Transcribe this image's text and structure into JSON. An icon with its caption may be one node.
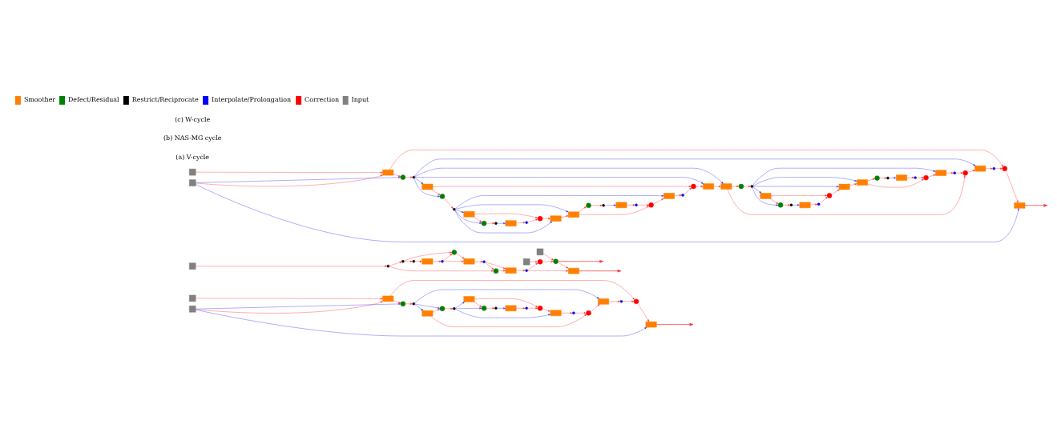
{
  "diagram": {
    "nodes": [
      {
        "text": [],
        "shape": "box"
      },
      {
        "text": [],
        "shape": "box"
      },
      {
        "text": [],
        "shape": "box"
      },
      {
        "text": [],
        "shape": "circle"
      },
      {
        "text": [],
        "shape": "circle"
      },
      {
        "text": [],
        "shape": "box"
      },
      {
        "text": [],
        "shape": "circle"
      },
      {
        "text": [],
        "shape": "circle"
      },
      {
        "text": [],
        "shape": "box"
      },
      {
        "text": [],
        "shape": "circle"
      },
      {
        "text": [],
        "shape": "circle"
      },
      {
        "text": [],
        "shape": "box"
      },
      {
        "text": [],
        "shape": "circle"
      },
      {
        "text": [],
        "shape": "circle"
      },
      {
        "text": [],
        "shape": "box"
      },
      {
        "text": [],
        "shape": "circle"
      },
      {
        "text": [],
        "shape": "circle"
      },
      {
        "text": [],
        "shape": "box"
      },
      {
        "text": [],
        "shape": "circle"
      },
      {
        "text": [],
        "shape": "circle"
      },
      {
        "text": [],
        "shape": "box"
      },
      {
        "text": [],
        "shape": "box"
      },
      {
        "text": [],
        "shape": "box"
      },
      {
        "text": [],
        "shape": "box"
      },
      {
        "text": [],
        "shape": "circle"
      },
      {
        "text": [],
        "shape": "circle"
      },
      {
        "text": [],
        "shape": "circle"
      },
      {
        "text": [],
        "shape": "box"
      },
      {
        "text": [],
        "shape": "circle"
      },
      {
        "text": [],
        "shape": "circle"
      },
      {
        "text": [],
        "shape": "box"
      },
      {
        "text": [],
        "shape": "circle"
      },
      {
        "text": [],
        "shape": "circle"
      },
      {
        "text": [],
        "shape": "box"
      },
      {
        "text": [],
        "shape": "circle"
      },
      {
        "text": [],
        "shape": "circle"
      },
      {
        "text": [],
        "shape": "circle"
      },
      {
        "text": [],
        "shape": "box"
      },
      {
        "text": [],
        "shape": "box"
      },
      {
        "text": [],
        "shape": "box"
      },
      {
        "text": [],
        "shape": "box"
      },
      {
        "text": [],
        "shape": "circle"
      },
      {
        "text": [],
        "shape": "circle"
      },
      {
        "text": [],
        "shape": "box"
      },
      {
        "text": [],
        "shape": "circle"
      },
      {
        "text": [],
        "shape": "circle"
      },
      {
        "text": [],
        "shape": "box"
      },
      {
        "text": [],
        "shape": "circle"
      },
      {
        "text": [],
        "shape": "circle"
      },
      {
        "text": [],
        "shape": "box"
      },
      {
        "text": [],
        "shape": "circle"
      },
      {
        "text": [],
        "shape": "circle"
      },
      {
        "text": [],
        "shape": "box"
      },
      {
        "text": [],
        "shape": "box"
      },
      {
        "text": [],
        "shape": "circle"
      },
      {
        "text": [],
        "shape": "circle"
      },
      {
        "text": [],
        "shape": "box"
      },
      {
        "text": [],
        "shape": "circle"
      },
      {
        "text": [],
        "shape": "circle"
      },
      {
        "text": [],
        "shape": "box"
      },
      {
        "text": [],
        "shape": "circle"
      },
      {
        "text": [],
        "shape": "circle"
      },
      {
        "text": [],
        "shape": "box"
      },
      {
        "text": [],
        "shape": "box"
      },
      {
        "text": [],
        "shape": "circle"
      },
      {
        "text": [],
        "shape": "circle"
      },
      {
        "text": [],
        "shape": "box"
      },
      {
        "text": [],
        "shape": "circle"
      },
      {
        "text": [],
        "shape": "circle"
      },
      {
        "text": [],
        "shape": "box"
      },
      {
        "text": [],
        "shape": "circle"
      },
      {
        "text": [],
        "shape": "circle"
      },
      {
        "text": [],
        "shape": "box"
      },
      {
        "text": [],
        "shape": "box"
      },
      {
        "text": [],
        "shape": "circle"
      },
      {
        "text": [],
        "shape": "circle"
      },
      {
        "text": [],
        "shape": "box"
      },
      {
        "text": [],
        "shape": "circle"
      },
      {
        "text": [],
        "shape": "circle"
      },
      {
        "text": [],
        "shape": "box"
      },
      {
        "text": [],
        "shape": "circle"
      },
      {
        "text": [],
        "shape": "circle"
      },
      {
        "text": [],
        "shape": "box"
      },
      {
        "text": [],
        "shape": "circle"
      },
      {
        "text": [],
        "shape": "circle"
      },
      {
        "text": [],
        "shape": "box"
      }
    ],
    "edges": [
      {
        "from": 0,
        "to": 2,
        "arrow": "to"
      },
      {
        "from": 1,
        "to": 2,
        "arrow": "to"
      },
      {
        "from": 2,
        "to": 3,
        "arrow": "to"
      },
      {
        "from": 1,
        "to": 3,
        "arrow": "to",
        "color": "#3333ff"
      },
      {
        "from": 3,
        "to": 4,
        "arrow": "to"
      },
      {
        "from": 4,
        "to": 5,
        "arrow": "to",
        "color": "#3333ff"
      },
      {
        "from": 5,
        "to": 6,
        "arrow": "to"
      },
      {
        "from": 4,
        "to": 6,
        "arrow": "to",
        "color": "#3333ff"
      },
      {
        "from": 6,
        "to": 7,
        "arrow": "to"
      },
      {
        "from": 7,
        "to": 8,
        "arrow": "to",
        "color": "#3333ff"
      },
      {
        "from": 8,
        "to": 9,
        "arrow": "to"
      },
      {
        "from": 7,
        "to": 9,
        "arrow": "to",
        "color": "#3333ff"
      },
      {
        "from": 9,
        "to": 10,
        "arrow": "to"
      },
      {
        "from": 10,
        "to": 11,
        "arrow": "to",
        "color": "#3333ff"
      },
      {
        "from": 11,
        "to": 12,
        "arrow": "to"
      },
      {
        "from": 12,
        "to": 13,
        "arrow": "to"
      },
      {
        "from": 8,
        "to": 13,
        "arrow": "to"
      },
      {
        "from": 13,
        "to": 14,
        "arrow": "to"
      },
      {
        "from": 7,
        "to": 14,
        "arrow": "to",
        "color": "#3333ff"
      },
      {
        "from": 14,
        "to": 15,
        "arrow": "to"
      },
      {
        "from": 15,
        "to": 16,
        "arrow": "to"
      },
      {
        "from": 5,
        "to": 16,
        "arrow": "to"
      },
      {
        "from": 16,
        "to": 17,
        "arrow": "to"
      },
      {
        "from": 4,
        "to": 17,
        "arrow": "to",
        "color": "#3333ff"
      },
      {
        "from": 17,
        "to": 18,
        "arrow": "to"
      },
      {
        "from": 18,
        "to": 19,
        "arrow": "to"
      },
      {
        "from": 2,
        "to": 19,
        "arrow": "to"
      },
      {
        "from": 19,
        "to": 20,
        "arrow": "to"
      },
      {
        "from": 1,
        "to": 20,
        "arrow": "to",
        "color": "#3333ff"
      },
      {
        "from": 20,
        "to": null,
        "arrow": "to"
      },
      {
        "from": 23,
        "to": 24,
        "arrow": "to"
      },
      {
        "from": 24,
        "to": 25,
        "arrow": "to"
      },
      {
        "from": 25,
        "to": 26,
        "arrow": "to"
      },
      {
        "from": 26,
        "to": 27,
        "arrow": "to"
      },
      {
        "from": 27,
        "to": 28,
        "arrow": "to"
      },
      {
        "from": 28,
        "to": 29,
        "arrow": "to"
      },
      {
        "from": 25,
        "to": 29,
        "arrow": "to"
      },
      {
        "from": 29,
        "to": 30,
        "arrow": "to"
      },
      {
        "from": 28,
        "to": 30,
        "arrow": "to"
      },
      {
        "from": 30,
        "to": 31,
        "arrow": "to"
      },
      {
        "from": 31,
        "to": 32,
        "arrow": "to"
      },
      {
        "from": 24,
        "to": 32,
        "arrow": "to"
      },
      {
        "from": 32,
        "to": 33,
        "arrow": "to"
      },
      {
        "from": 31,
        "to": 33,
        "arrow": "to"
      },
      {
        "from": 33,
        "to": 34,
        "arrow": "to"
      },
      {
        "from": 34,
        "to": 35,
        "arrow": "to"
      },
      {
        "from": 22,
        "to": 35,
        "arrow": "to"
      },
      {
        "from": 35,
        "to": 36,
        "arrow": "to"
      },
      {
        "from": 21,
        "to": 36,
        "arrow": "to"
      },
      {
        "from": 36,
        "to": 37,
        "arrow": "to"
      },
      {
        "from": 34,
        "to": 37,
        "arrow": "to"
      },
      {
        "from": 36,
        "to": null,
        "arrow": "to"
      },
      {
        "from": 37,
        "to": null,
        "arrow": "to"
      },
      {
        "from": 38,
        "to": 40,
        "arrow": "to"
      },
      {
        "from": 39,
        "to": 40,
        "arrow": "to"
      },
      {
        "from": 40,
        "to": 41,
        "arrow": "to"
      },
      {
        "from": 39,
        "to": 41,
        "arrow": "to",
        "color": "#3333ff"
      },
      {
        "from": 41,
        "to": 42,
        "arrow": "to"
      },
      {
        "from": 42,
        "to": 43,
        "arrow": "to",
        "color": "#3333ff"
      },
      {
        "from": 43,
        "to": 44,
        "arrow": "to"
      },
      {
        "from": 42,
        "to": 44,
        "arrow": "to",
        "color": "#3333ff"
      },
      {
        "from": 44,
        "to": 45,
        "arrow": "to"
      },
      {
        "from": 45,
        "to": 46,
        "arrow": "to",
        "color": "#3333ff"
      },
      {
        "from": 46,
        "to": 47,
        "arrow": "to"
      },
      {
        "from": 45,
        "to": 47,
        "arrow": "to",
        "color": "#3333ff"
      },
      {
        "from": 47,
        "to": 48,
        "arrow": "to"
      },
      {
        "from": 48,
        "to": 49,
        "arrow": "to",
        "color": "#3333ff"
      },
      {
        "from": 49,
        "to": 50,
        "arrow": "to"
      },
      {
        "from": 50,
        "to": 51,
        "arrow": "to"
      },
      {
        "from": 46,
        "to": 51,
        "arrow": "to"
      },
      {
        "from": 51,
        "to": 52,
        "arrow": "to"
      },
      {
        "from": 45,
        "to": 52,
        "arrow": "to",
        "color": "#3333ff"
      },
      {
        "from": 52,
        "to": 53,
        "arrow": "to"
      },
      {
        "from": 45,
        "to": 53,
        "arrow": "to",
        "color": "#3333ff"
      },
      {
        "from": 53,
        "to": 54,
        "arrow": "to"
      },
      {
        "from": 54,
        "to": 55,
        "arrow": "to"
      },
      {
        "from": 55,
        "to": 56,
        "arrow": "to",
        "color": "#3333ff"
      },
      {
        "from": 56,
        "to": 57,
        "arrow": "to"
      },
      {
        "from": 57,
        "to": 58,
        "arrow": "to"
      },
      {
        "from": 53,
        "to": 58,
        "arrow": "to"
      },
      {
        "from": 58,
        "to": 59,
        "arrow": "to"
      },
      {
        "from": 45,
        "to": 59,
        "arrow": "to",
        "color": "#3333ff"
      },
      {
        "from": 59,
        "to": 60,
        "arrow": "to"
      },
      {
        "from": 60,
        "to": 61,
        "arrow": "to"
      },
      {
        "from": 43,
        "to": 61,
        "arrow": "to"
      },
      {
        "from": 61,
        "to": 62,
        "arrow": "to"
      },
      {
        "from": 42,
        "to": 62,
        "arrow": "to",
        "color": "#3333ff"
      },
      {
        "from": 62,
        "to": 63,
        "arrow": "to"
      },
      {
        "from": 42,
        "to": 63,
        "arrow": "to",
        "color": "#3333ff"
      },
      {
        "from": 63,
        "to": 64,
        "arrow": "to"
      },
      {
        "from": 64,
        "to": 65,
        "arrow": "to"
      },
      {
        "from": 65,
        "to": 66,
        "arrow": "to",
        "color": "#3333ff"
      },
      {
        "from": 66,
        "to": 67,
        "arrow": "to"
      },
      {
        "from": 65,
        "to": 67,
        "arrow": "to",
        "color": "#3333ff"
      },
      {
        "from": 67,
        "to": 68,
        "arrow": "to"
      },
      {
        "from": 68,
        "to": 69,
        "arrow": "to",
        "color": "#3333ff"
      },
      {
        "from": 69,
        "to": 70,
        "arrow": "to"
      },
      {
        "from": 70,
        "to": 71,
        "arrow": "to"
      },
      {
        "from": 66,
        "to": 71,
        "arrow": "to"
      },
      {
        "from": 71,
        "to": 72,
        "arrow": "to"
      },
      {
        "from": 65,
        "to": 72,
        "arrow": "to",
        "color": "#3333ff"
      },
      {
        "from": 72,
        "to": 73,
        "arrow": "to"
      },
      {
        "from": 65,
        "to": 73,
        "arrow": "to",
        "color": "#3333ff"
      },
      {
        "from": 73,
        "to": 74,
        "arrow": "to"
      },
      {
        "from": 74,
        "to": 75,
        "arrow": "to"
      },
      {
        "from": 75,
        "to": 76,
        "arrow": "to",
        "color": "#3333ff"
      },
      {
        "from": 76,
        "to": 77,
        "arrow": "to"
      },
      {
        "from": 77,
        "to": 78,
        "arrow": "to"
      },
      {
        "from": 73,
        "to": 78,
        "arrow": "to"
      },
      {
        "from": 78,
        "to": 79,
        "arrow": "to"
      },
      {
        "from": 65,
        "to": 79,
        "arrow": "to",
        "color": "#3333ff"
      },
      {
        "from": 79,
        "to": 80,
        "arrow": "to"
      },
      {
        "from": 80,
        "to": 81,
        "arrow": "to"
      },
      {
        "from": 63,
        "to": 81,
        "arrow": "to"
      },
      {
        "from": 81,
        "to": 82,
        "arrow": "to"
      },
      {
        "from": 42,
        "to": 82,
        "arrow": "to",
        "color": "#3333ff"
      },
      {
        "from": 82,
        "to": 83,
        "arrow": "to"
      },
      {
        "from": 83,
        "to": 84,
        "arrow": "to"
      },
      {
        "from": 40,
        "to": 84,
        "arrow": "to"
      },
      {
        "from": 84,
        "to": 85,
        "arrow": "to"
      },
      {
        "from": 39,
        "to": 85,
        "arrow": "to",
        "color": "#3333ff"
      },
      {
        "from": 85,
        "to": null,
        "arrow": "to"
      }
    ],
    "labels": [
      "(a) V-cycle",
      "(b) NAS-MG cycle",
      "(c) W-cycle"
    ],
    "legend": [
      {
        "text": "Smoother",
        "color": "#ff8000"
      },
      {
        "text": "Defect/Residual",
        "color": "#008000"
      },
      {
        "text": "Restrict/Reciprocate",
        "color": "#000000"
      },
      {
        "text": "Interpolate/Prolongation",
        "color": "#0000ff"
      },
      {
        "text": "Correction",
        "color": "#ff0000"
      },
      {
        "text": "Input",
        "color": "#808080"
      }
    ]
  }
}
